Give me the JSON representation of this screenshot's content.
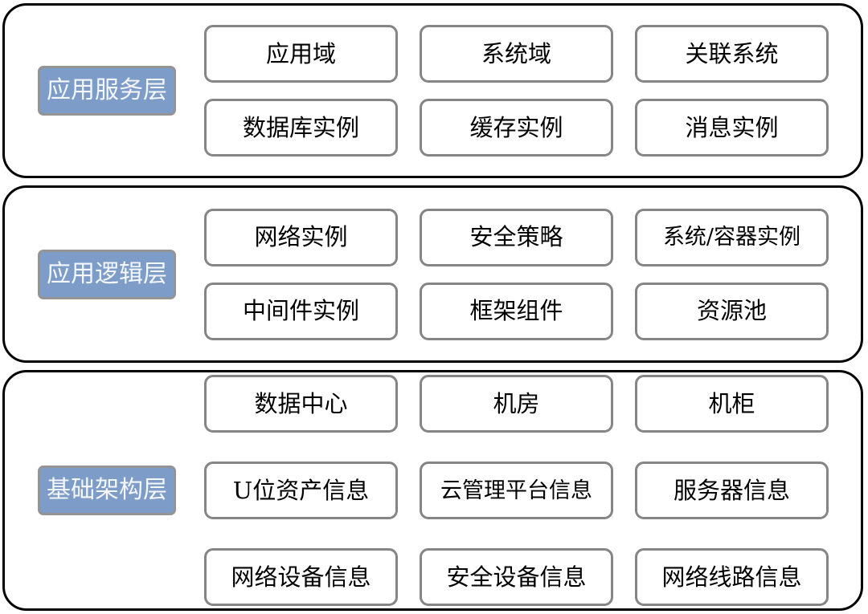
{
  "diagram": {
    "title": "",
    "colors": {
      "layer_border": "#000000",
      "node_border": "#858585",
      "label_fill": "#7E9CC8",
      "label_border": "#949494",
      "label_text": "#F4F7FB",
      "node_text": "#000000",
      "background": "#FFFFFF"
    },
    "layers": [
      {
        "label": "应用服务层",
        "rows": [
          [
            "应用域",
            "系统域",
            "关联系统"
          ],
          [
            "数据库实例",
            "缓存实例",
            "消息实例"
          ]
        ]
      },
      {
        "label": "应用逻辑层",
        "rows": [
          [
            "网络实例",
            "安全策略",
            "系统/容器实例"
          ],
          [
            "中间件实例",
            "框架组件",
            "资源池"
          ]
        ]
      },
      {
        "label": "基础架构层",
        "rows": [
          [
            "数据中心",
            "机房",
            "机柜"
          ],
          [
            "U位资产信息",
            "云管理平台信息",
            "服务器信息"
          ],
          [
            "网络设备信息",
            "安全设备信息",
            "网络线路信息"
          ]
        ]
      }
    ]
  }
}
